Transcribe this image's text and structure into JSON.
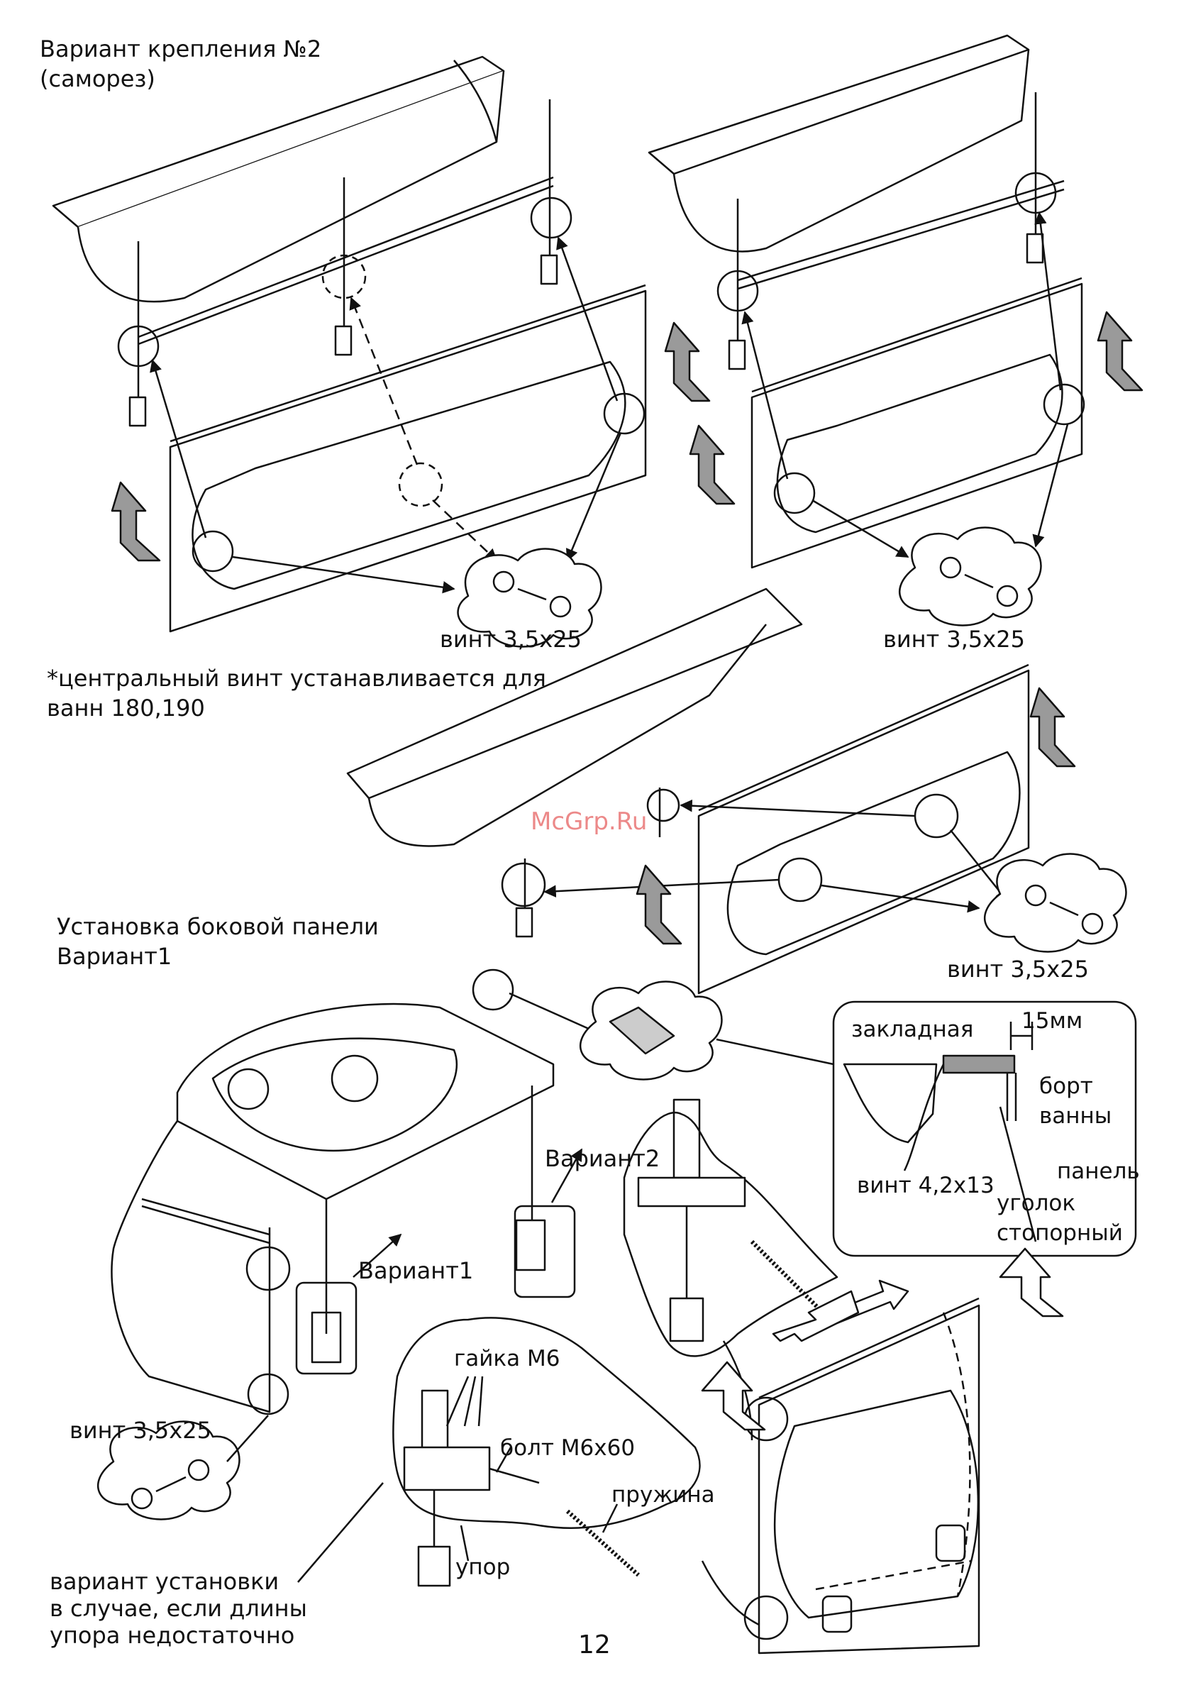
{
  "title": {
    "line1": "Вариант крепления №2",
    "line2": "(саморез)"
  },
  "labels": {
    "screw_top_left": "винт 3,5х25",
    "screw_top_right": "винт 3,5х25",
    "screw_middle": "винт 3,5х25",
    "screw_bottom_left": "винт 3,5х25",
    "footnote_line1": "*центральный винт устанавливается для",
    "footnote_line2": "ванн 180,190",
    "side_title_line1": "Установка боковой панели",
    "side_title_line2": "Вариант1",
    "variant1": "Вариант1",
    "variant2": "Вариант2",
    "insert": "закладная",
    "gap": "15мм",
    "rim_line1": "борт",
    "rim_line2": "ванны",
    "panel": "панель",
    "screw_42": "винт 4,2х13",
    "corner_line1": "уголок",
    "corner_line2": "стопорный",
    "nut": "гайка М6",
    "bolt": "болт М6х60",
    "spring": "пружина",
    "stop": "упор",
    "alt_line1": "вариант установки",
    "alt_line2": "в случае, если длины",
    "alt_line3": "упора недостаточно"
  },
  "watermark": "McGrp.Ru",
  "page_number": "12"
}
